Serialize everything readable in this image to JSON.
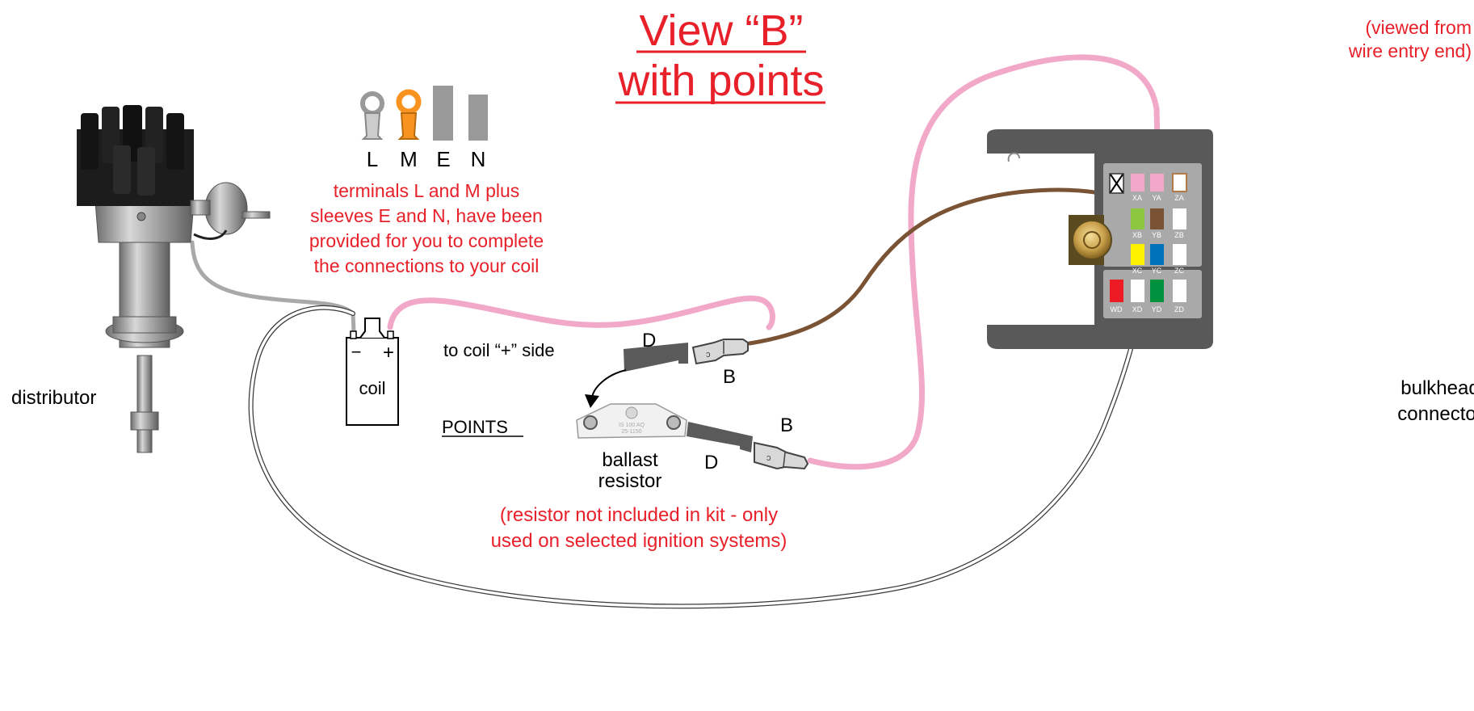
{
  "title": {
    "line1": "View “B”",
    "line2": "with points"
  },
  "viewed_note": {
    "line1": "(viewed from",
    "line2": "wire entry end)"
  },
  "terminals": {
    "L": "L",
    "M": "M",
    "E": "E",
    "N": "N"
  },
  "terminal_note": {
    "line1": "terminals L and M plus",
    "line2": "sleeves E and N, have been",
    "line3": "provided for you to complete",
    "line4": "the connections to your coil"
  },
  "labels": {
    "distributor": "distributor",
    "coil": "coil",
    "coil_minus": "−",
    "coil_plus": "+",
    "to_coil": "to coil “+” side",
    "points": "POINTS",
    "ballast_line1": "ballast",
    "ballast_line2": "resistor",
    "d_top": "D",
    "b_top": "B",
    "d_bottom": "D",
    "b_bottom": "B",
    "bulkhead_line1": "bulkhead",
    "bulkhead_line2": "connector"
  },
  "resistor_note": {
    "line1": "(resistor not included in kit - only",
    "line2": "used on selected ignition systems)"
  },
  "resistor_stamp": {
    "line1": "IS 100 AQ",
    "line2": "25-1150"
  },
  "cavity_labels": [
    "XA",
    "YA",
    "ZA",
    "XB",
    "YB",
    "ZB",
    "XC",
    "YC",
    "ZC",
    "WD",
    "XD",
    "YD",
    "ZD"
  ],
  "colors": {
    "red_text": "#e8202a",
    "pink_wire": "#f2a9c9",
    "brown_wire": "#7a5234",
    "connector_body": "#595959",
    "cavity_panel": "#a9a9a9",
    "terminal_gray": "#999999",
    "terminal_orange": "#f7931e",
    "green": "#8dc63f",
    "yellow": "#fff200",
    "blue": "#0072bc",
    "dark_green": "#00913f",
    "red_terminal": "#ed1c24"
  }
}
